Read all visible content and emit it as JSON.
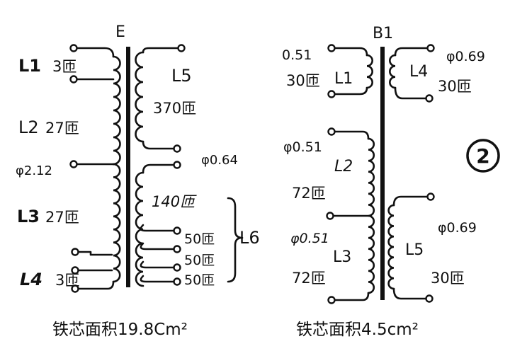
{
  "left": {
    "core_label": "E",
    "windings": [
      {
        "name": "L1",
        "turns": "3匝"
      },
      {
        "name": "L2",
        "turns": "27匝"
      },
      {
        "name": "L3",
        "turns": "27匝"
      },
      {
        "name": "L4",
        "turns": "3匝"
      },
      {
        "name": "L5",
        "turns": "370匝"
      },
      {
        "name": "L6",
        "turns": ""
      }
    ],
    "tap_wire": "φ2.12",
    "l5_wire": "φ0.64",
    "l6_turns": [
      "140匝",
      "50匝",
      "50匝",
      "50匝"
    ],
    "core_area": "铁芯面积19.8Cm²"
  },
  "right": {
    "core_label": "B1",
    "windings": [
      {
        "name": "L1",
        "wire": "0.51",
        "turns": "30匝"
      },
      {
        "name": "L2",
        "wire": "φ0.51",
        "turns": "72匝"
      },
      {
        "name": "L3",
        "wire": "φ0.51",
        "turns": "72匝"
      },
      {
        "name": "L4",
        "wire": "φ0.69",
        "turns": "30匝"
      },
      {
        "name": "L5",
        "wire": "φ0.69",
        "turns": "30匝"
      }
    ],
    "core_area": "铁芯面积4.5cm²"
  },
  "figure_number": "2"
}
